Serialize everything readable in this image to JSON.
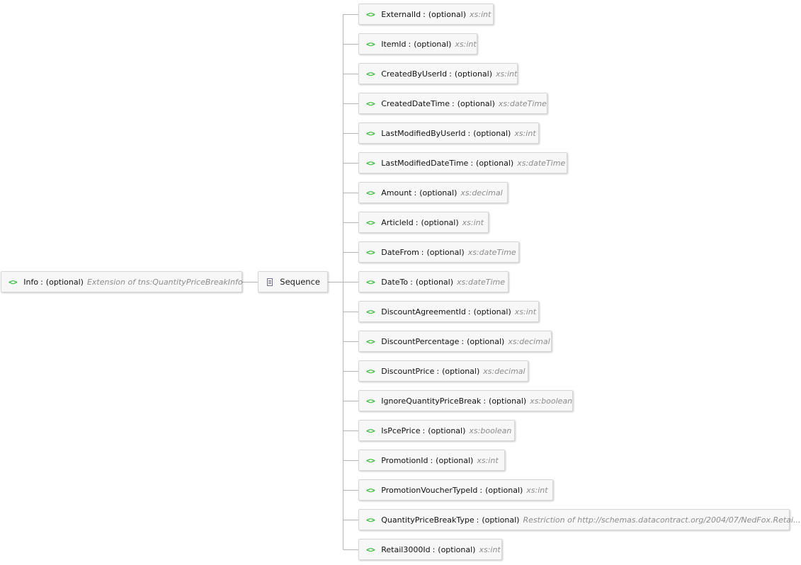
{
  "root": {
    "name": "Info",
    "separator": ":",
    "optional": "(optional)",
    "type": "Extension of tns:QuantityPriceBreakInfo",
    "icon": "element-icon"
  },
  "sequence": {
    "label": "Sequence",
    "icon": "sequence-icon"
  },
  "children": [
    {
      "name": "ExternalId",
      "separator": ":",
      "optional": "(optional)",
      "type": "xs:int"
    },
    {
      "name": "ItemId",
      "separator": ":",
      "optional": "(optional)",
      "type": "xs:int"
    },
    {
      "name": "CreatedByUserId",
      "separator": ":",
      "optional": "(optional)",
      "type": "xs:int"
    },
    {
      "name": "CreatedDateTime",
      "separator": ":",
      "optional": "(optional)",
      "type": "xs:dateTime"
    },
    {
      "name": "LastModifiedByUserId",
      "separator": ":",
      "optional": "(optional)",
      "type": "xs:int"
    },
    {
      "name": "LastModifiedDateTime",
      "separator": ":",
      "optional": "(optional)",
      "type": "xs:dateTime"
    },
    {
      "name": "Amount",
      "separator": ":",
      "optional": "(optional)",
      "type": "xs:decimal"
    },
    {
      "name": "ArticleId",
      "separator": ":",
      "optional": "(optional)",
      "type": "xs:int"
    },
    {
      "name": "DateFrom",
      "separator": ":",
      "optional": "(optional)",
      "type": "xs:dateTime"
    },
    {
      "name": "DateTo",
      "separator": ":",
      "optional": "(optional)",
      "type": "xs:dateTime"
    },
    {
      "name": "DiscountAgreementId",
      "separator": ":",
      "optional": "(optional)",
      "type": "xs:int"
    },
    {
      "name": "DiscountPercentage",
      "separator": ":",
      "optional": "(optional)",
      "type": "xs:decimal"
    },
    {
      "name": "DiscountPrice",
      "separator": ":",
      "optional": "(optional)",
      "type": "xs:decimal"
    },
    {
      "name": "IgnoreQuantityPriceBreak",
      "separator": ":",
      "optional": "(optional)",
      "type": "xs:boolean"
    },
    {
      "name": "IsPcePrice",
      "separator": ":",
      "optional": "(optional)",
      "type": "xs:boolean"
    },
    {
      "name": "PromotionId",
      "separator": ":",
      "optional": "(optional)",
      "type": "xs:int"
    },
    {
      "name": "PromotionVoucherTypeId",
      "separator": ":",
      "optional": "(optional)",
      "type": "xs:int"
    },
    {
      "name": "QuantityPriceBreakType",
      "separator": ":",
      "optional": "(optional)",
      "type": "Restriction of http://schemas.datacontract.org/2004/07/NedFox.Retai..."
    },
    {
      "name": "Retail3000Id",
      "separator": ":",
      "optional": "(optional)",
      "type": "xs:int"
    }
  ],
  "colors": {
    "tag": "#2fb82f",
    "connector": "#b4b4b4",
    "node_border": "#d6d6d6",
    "node_fill": "#f7f7f7",
    "type_text": "#8c8c8c"
  }
}
